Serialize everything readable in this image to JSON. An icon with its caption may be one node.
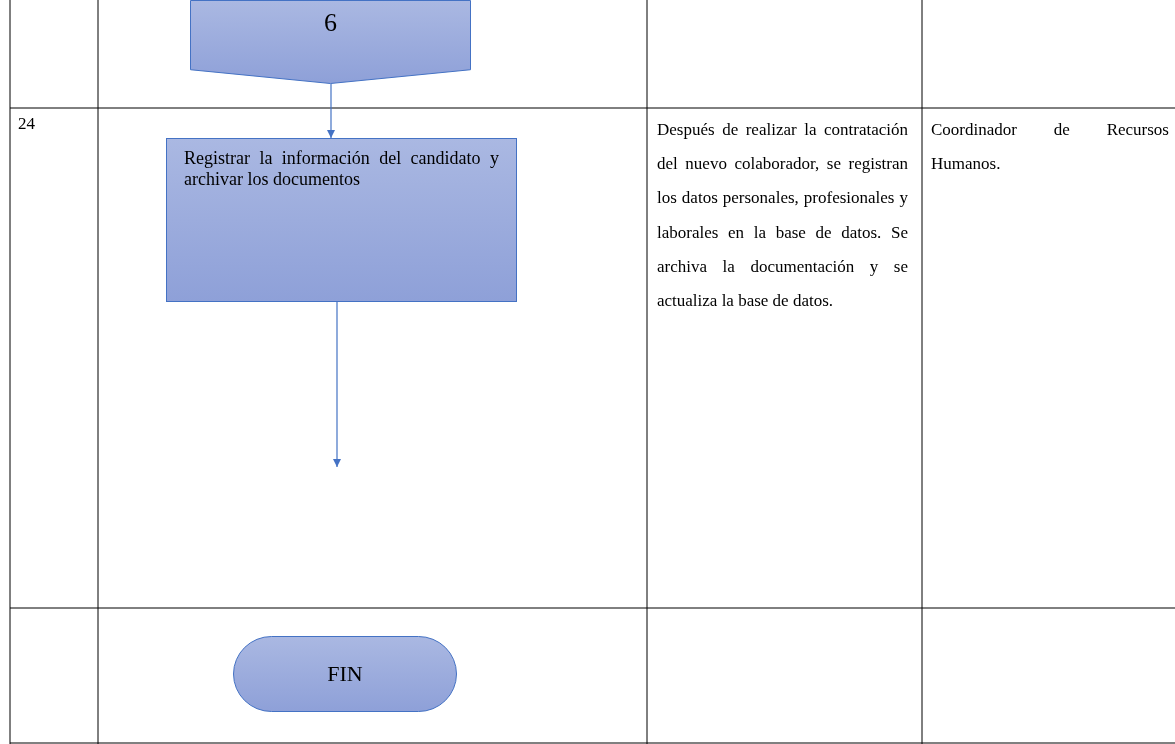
{
  "diagram": {
    "nodes": [
      {
        "text": [
          "6"
        ]
      },
      {
        "text": [
          "Registrar la información del candidato y archivar los documentos"
        ]
      },
      {
        "text": [
          "FIN"
        ]
      }
    ],
    "edges": [
      {
        "from": 0,
        "to": 1,
        "arrow": "to"
      },
      {
        "from": 1,
        "to": null,
        "arrow": "to"
      }
    ],
    "labels": [
      "24",
      "Después de realizar la contratación del nuevo colaborador, se registran los datos personales, profesionales y laborales en la base de datos. Se archiva la documentación y se actualiza la base de datos.",
      "Coordinador de Recursos Humanos."
    ]
  }
}
